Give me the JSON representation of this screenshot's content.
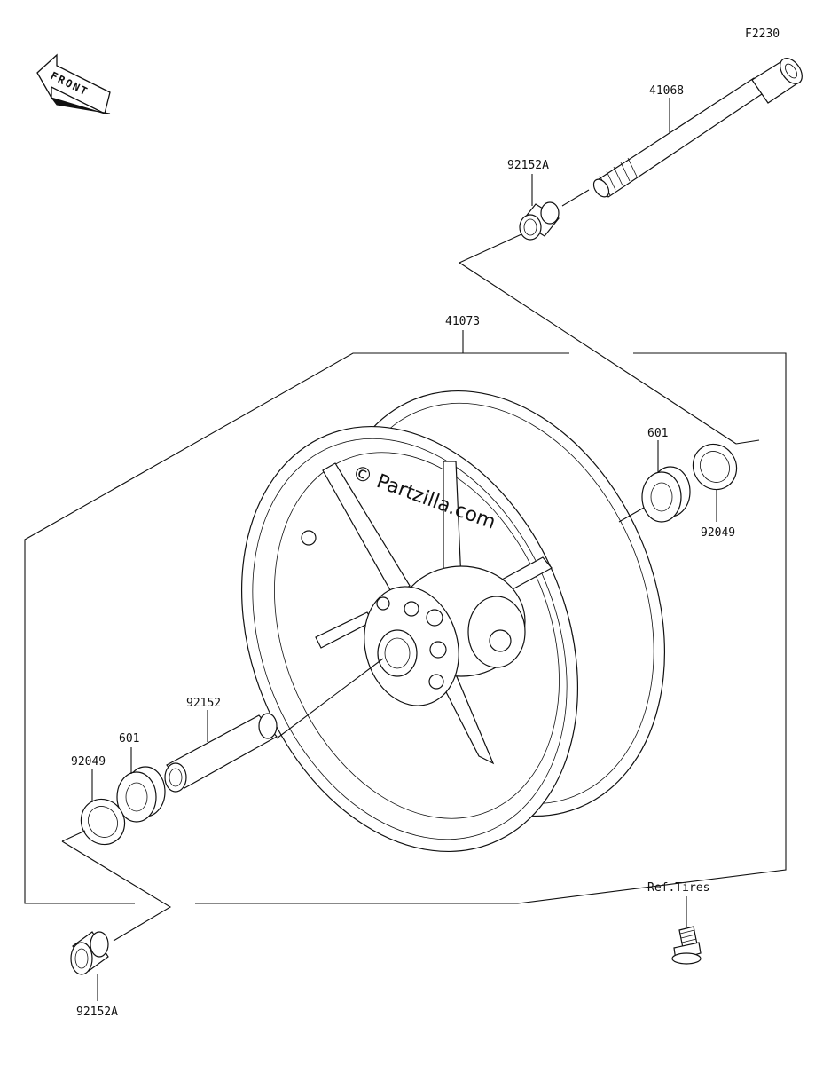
{
  "diagram_code": "F2230",
  "front_arrow": "FRONT",
  "watermark": "© Partzilla.com",
  "parts": {
    "axle": "41068",
    "collar_top": "92152A",
    "wheel": "41073",
    "bearing_right": "601",
    "seal_right": "92049",
    "spacer": "92152",
    "bearing_left": "601",
    "seal_left": "92049",
    "collar_bottom": "92152A",
    "valve_ref": "Ref.Tires"
  }
}
